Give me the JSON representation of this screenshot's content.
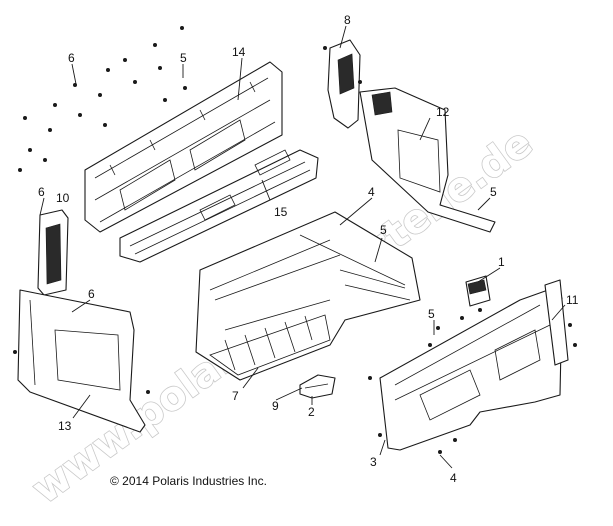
{
  "copyright": "© 2014 Polaris Industries Inc.",
  "watermark": "www.polaris-ersatzteile.de",
  "callouts": {
    "c1": "1",
    "c2": "2",
    "c3": "3",
    "c4a": "4",
    "c4b": "4",
    "c5a": "5",
    "c5b": "5",
    "c5c": "5",
    "c5d": "5",
    "c6a": "6",
    "c6b": "6",
    "c6c": "6",
    "c7": "7",
    "c8": "8",
    "c9": "9",
    "c10": "10",
    "c11": "11",
    "c12": "12",
    "c13": "13",
    "c14": "14",
    "c15": "15"
  }
}
